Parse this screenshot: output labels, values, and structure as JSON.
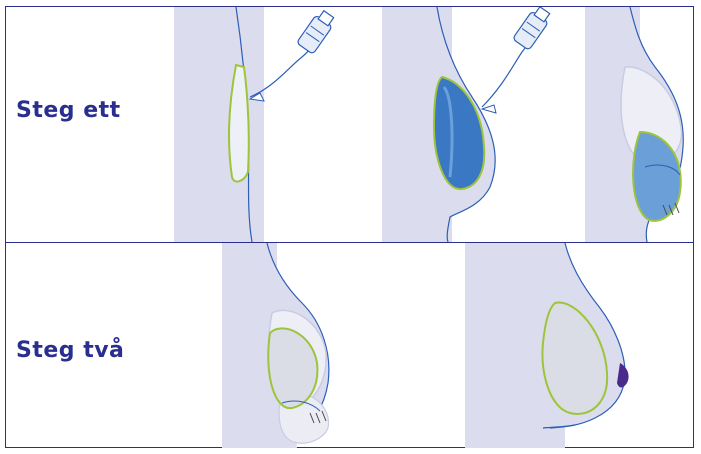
{
  "steps": [
    {
      "label": "Steg ett"
    },
    {
      "label": "Steg två"
    }
  ],
  "colors": {
    "frame": "#2b2f8c",
    "label": "#2a2f8f",
    "body_panel": "#dcdcef",
    "skin_outline": "#2d5fb6",
    "implant_outline": "#9dc43a",
    "expander_fill": "#3a78c4",
    "nipple": "#4a2a8c"
  },
  "illustrations": [
    {
      "id": "panel-1",
      "icon": "injection-syringe-icon"
    },
    {
      "id": "panel-2",
      "icon": "injection-syringe-icon"
    },
    {
      "id": "panel-3",
      "icon": "expander-removed-icon"
    },
    {
      "id": "panel-4",
      "icon": "implant-placed-icon"
    },
    {
      "id": "panel-5",
      "icon": "final-result-icon"
    }
  ]
}
